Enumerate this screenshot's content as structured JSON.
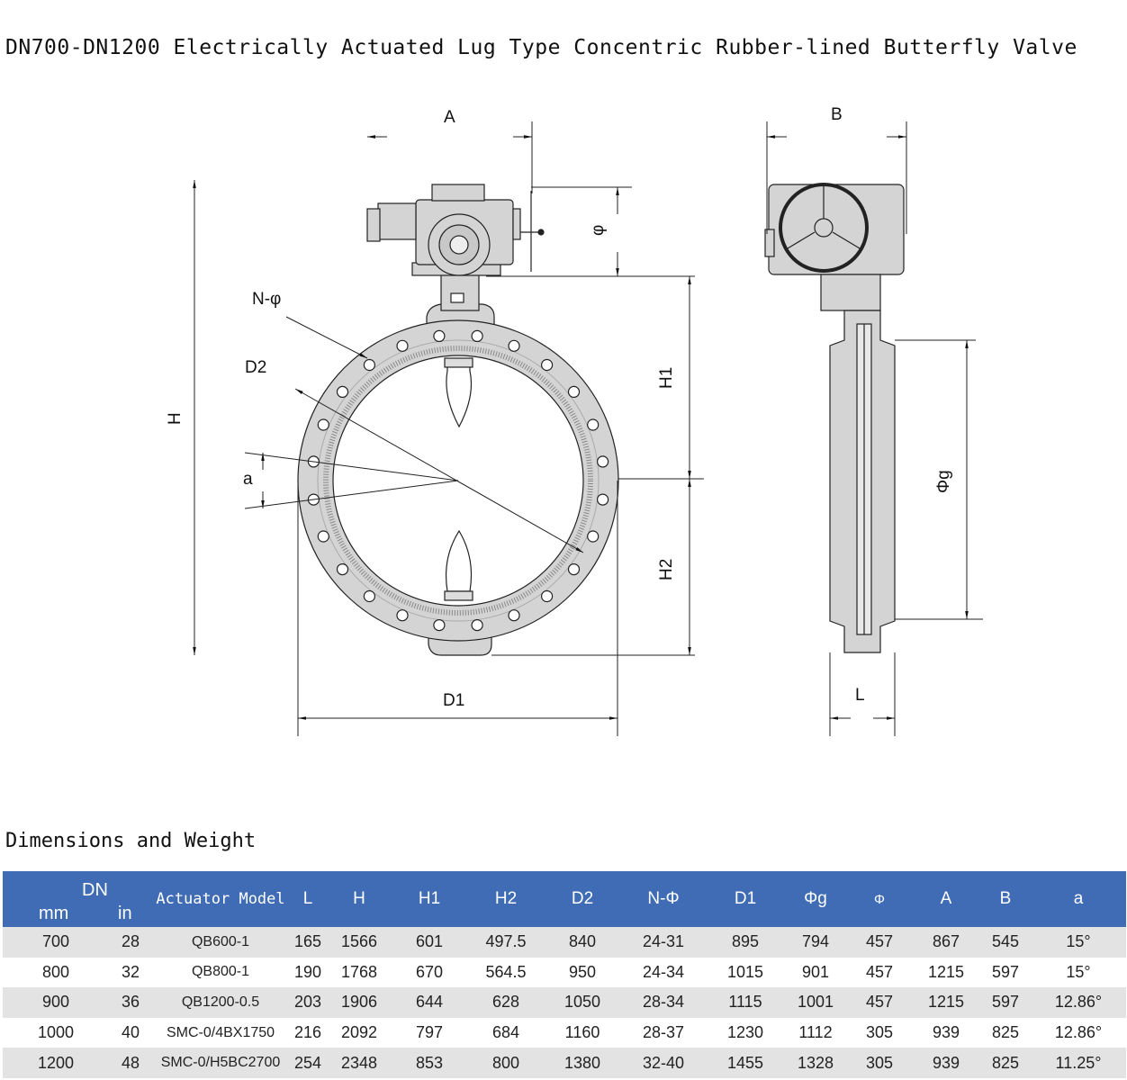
{
  "title": "DN700-DN1200 Electrically Actuated Lug Type Concentric Rubber-lined Butterfly Valve",
  "section_title": "Dimensions and Weight",
  "drawing_labels": {
    "A": "A",
    "B": "B",
    "phi": "φ",
    "N_phi": "N-φ",
    "D2": "D2",
    "H": "H",
    "H1": "H1",
    "H2": "H2",
    "a": "a",
    "D1": "D1",
    "phi_g": "Φg",
    "L": "L"
  },
  "table": {
    "header": {
      "dn": "DN",
      "mm": "mm",
      "in": "in",
      "actuator": "Actuator Model",
      "L": "L",
      "H": "H",
      "H1": "H1",
      "H2": "H2",
      "D2": "D2",
      "N_phi": "N-Φ",
      "D1": "D1",
      "phi_g": "Φg",
      "phi": "Φ",
      "A": "A",
      "B": "B",
      "a": "a"
    },
    "rows": [
      {
        "mm": "700",
        "in": "28",
        "actuator": "QB600-1",
        "L": "165",
        "H": "1566",
        "H1": "601",
        "H2": "497.5",
        "D2": "840",
        "N_phi": "24-31",
        "D1": "895",
        "phi_g": "794",
        "phi": "457",
        "A": "867",
        "B": "545",
        "a": "15°"
      },
      {
        "mm": "800",
        "in": "32",
        "actuator": "QB800-1",
        "L": "190",
        "H": "1768",
        "H1": "670",
        "H2": "564.5",
        "D2": "950",
        "N_phi": "24-34",
        "D1": "1015",
        "phi_g": "901",
        "phi": "457",
        "A": "1215",
        "B": "597",
        "a": "15°"
      },
      {
        "mm": "900",
        "in": "36",
        "actuator": "QB1200-0.5",
        "L": "203",
        "H": "1906",
        "H1": "644",
        "H2": "628",
        "D2": "1050",
        "N_phi": "28-34",
        "D1": "1115",
        "phi_g": "1001",
        "phi": "457",
        "A": "1215",
        "B": "597",
        "a": "12.86°"
      },
      {
        "mm": "1000",
        "in": "40",
        "actuator": "SMC-0/4BX1750",
        "L": "216",
        "H": "2092",
        "H1": "797",
        "H2": "684",
        "D2": "1160",
        "N_phi": "28-37",
        "D1": "1230",
        "phi_g": "1112",
        "phi": "305",
        "A": "939",
        "B": "825",
        "a": "12.86°"
      },
      {
        "mm": "1200",
        "in": "48",
        "actuator": "SMC-0/H5BC2700",
        "L": "254",
        "H": "2348",
        "H1": "853",
        "H2": "800",
        "D2": "1380",
        "N_phi": "32-40",
        "D1": "1455",
        "phi_g": "1328",
        "phi": "305",
        "A": "939",
        "B": "825",
        "a": "11.25°"
      }
    ]
  },
  "colors": {
    "header_bg": "#3f6cb5",
    "row_alt": "#e3e3e3",
    "body_fill": "#d4d4d4",
    "line": "#222222"
  }
}
